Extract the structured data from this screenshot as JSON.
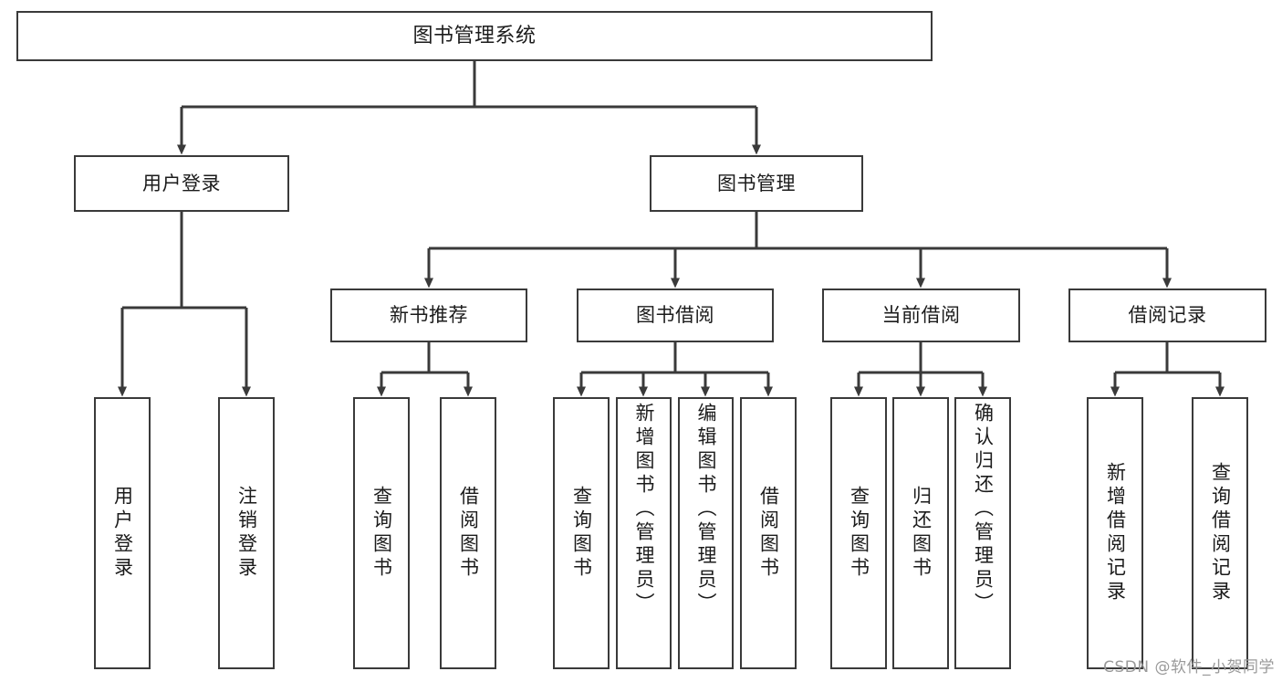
{
  "diagram": {
    "type": "hierarchy-tree",
    "title": "图书管理系统",
    "root": {
      "id": "root",
      "label": "图书管理系统"
    },
    "level2": [
      {
        "id": "user-login",
        "label": "用户登录"
      },
      {
        "id": "book-management",
        "label": "图书管理"
      }
    ],
    "level3": [
      {
        "id": "new-book-recommend",
        "label": "新书推荐",
        "parent": "book-management"
      },
      {
        "id": "book-borrow",
        "label": "图书借阅",
        "parent": "book-management"
      },
      {
        "id": "current-borrow",
        "label": "当前借阅",
        "parent": "book-management"
      },
      {
        "id": "borrow-record",
        "label": "借阅记录",
        "parent": "book-management"
      }
    ],
    "leaves": [
      {
        "id": "leaf-user-login",
        "label": "用户登录",
        "parent": "user-login"
      },
      {
        "id": "leaf-user-logout",
        "label": "注销登录",
        "parent": "user-login"
      },
      {
        "id": "leaf-query-book-1",
        "label": "查询图书",
        "parent": "new-book-recommend"
      },
      {
        "id": "leaf-borrow-book-1",
        "label": "借阅图书",
        "parent": "new-book-recommend"
      },
      {
        "id": "leaf-query-book-2",
        "label": "查询图书",
        "parent": "book-borrow"
      },
      {
        "id": "leaf-add-book",
        "label": "新增图书（管理员）",
        "parent": "book-borrow"
      },
      {
        "id": "leaf-edit-book",
        "label": "编辑图书（管理员）",
        "parent": "book-borrow"
      },
      {
        "id": "leaf-borrow-book-2",
        "label": "借阅图书",
        "parent": "book-borrow"
      },
      {
        "id": "leaf-query-book-3",
        "label": "查询图书",
        "parent": "current-borrow"
      },
      {
        "id": "leaf-return-book",
        "label": "归还图书",
        "parent": "current-borrow"
      },
      {
        "id": "leaf-confirm-return",
        "label": "确认归还（管理员）",
        "parent": "current-borrow"
      },
      {
        "id": "leaf-add-record",
        "label": "新增借阅记录",
        "parent": "borrow-record"
      },
      {
        "id": "leaf-query-record",
        "label": "查询借阅记录",
        "parent": "borrow-record"
      }
    ],
    "colors": {
      "stroke": "#3a3a3a",
      "text": "#1b1b1b",
      "background": "#ffffff",
      "watermark": "#9a9a9a"
    }
  },
  "watermark": {
    "text": "CSDN @软件_小贺同学"
  }
}
